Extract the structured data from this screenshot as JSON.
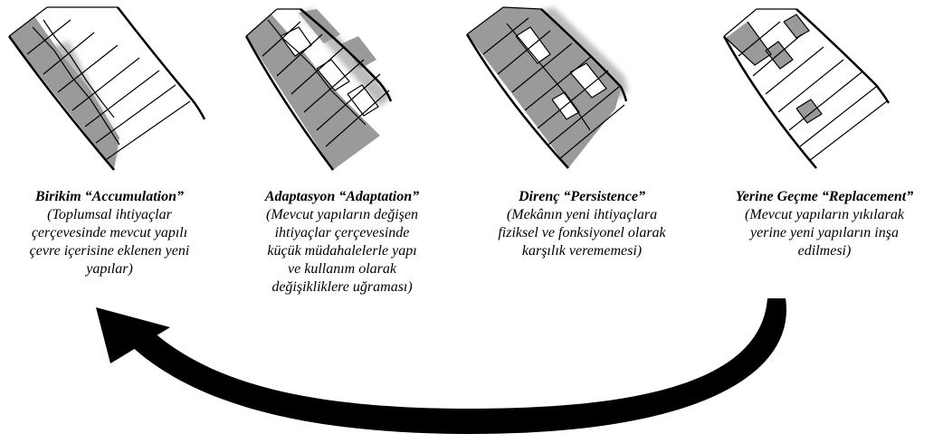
{
  "stages": [
    {
      "title": "Birikim “Accumulation”",
      "description": "(Toplumsal ihtiyaçlar\nçerçevesinde  mevcut yapılı\nçevre içerisine eklenen yeni\nyapılar)"
    },
    {
      "title": "Adaptasyon “Adaptation”",
      "description": "(Mevcut yapıların değişen\nihtiyaçlar çerçevesinde\nküçük müdahalelerle yapı\nve kullanım olarak\ndeğişikliklere uğraması)"
    },
    {
      "title": "Direnç “Persistence”",
      "description": "(Mekânın yeni ihtiyaçlara\nfiziksel ve fonksiyonel olarak\nkarşılık verememesi)"
    },
    {
      "title": "Yerine Geçme “Replacement”",
      "description": "(Mevcut yapıların yıkılarak\nyerine yeni yapıların inşa\nedilmesi)"
    }
  ],
  "colors": {
    "fill": "#9a9a9a",
    "line": "#000000",
    "shadow": "#b5b5b5"
  }
}
